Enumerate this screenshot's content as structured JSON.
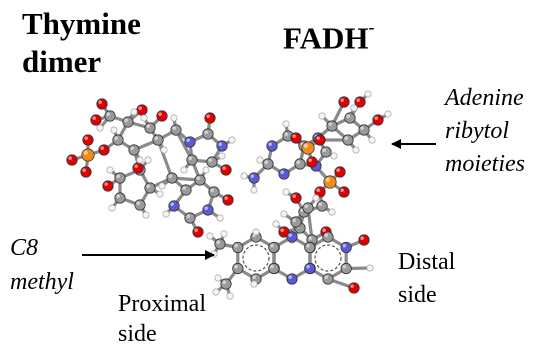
{
  "labels": {
    "thymine_line1": "Thymine",
    "thymine_line2": "dimer",
    "fadh": "FADH",
    "fadh_charge": "-",
    "adenine_line1": "Adenine",
    "adenine_line2": "ribytol",
    "adenine_line3": "moieties",
    "c8_line1": "C8",
    "c8_line2": "methyl",
    "proximal_line1": "Proximal",
    "proximal_line2": "side",
    "distal_line1": "Distal",
    "distal_line2": "side"
  },
  "colors": {
    "carbon": "#9a9a9a",
    "oxygen": "#e00000",
    "nitrogen": "#5a5ad8",
    "phosphorus": "#f08a1a",
    "hydrogen": "#f4f4f4",
    "arrow": "#000000"
  }
}
